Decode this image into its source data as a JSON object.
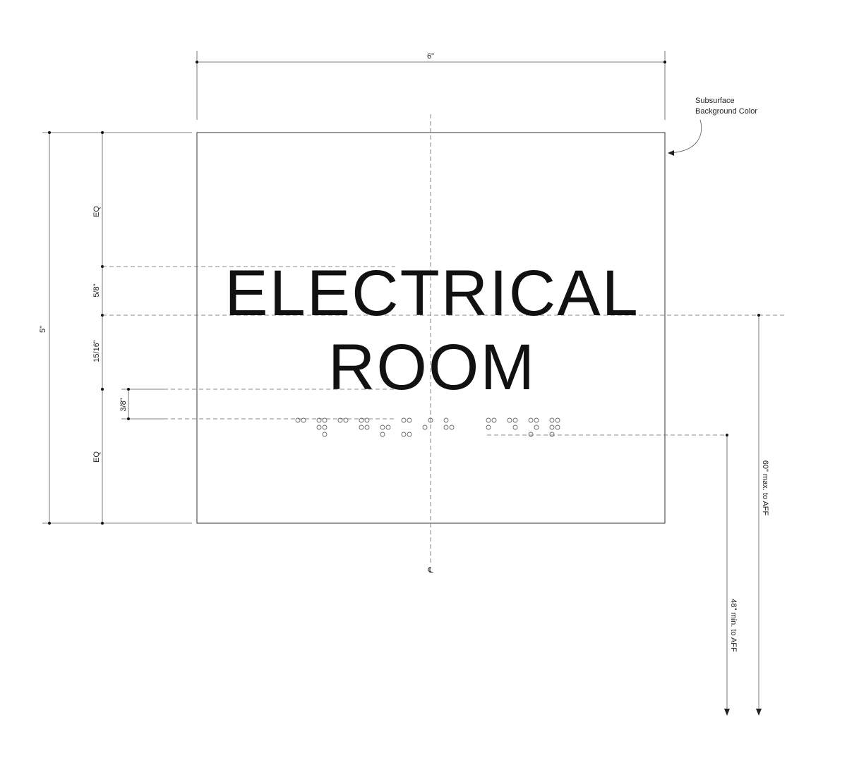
{
  "sign": {
    "line1": "ELECTRICAL",
    "line2": "ROOM"
  },
  "dimensions": {
    "width": "6\"",
    "height": "5\"",
    "top_spacing": "EQ",
    "cap_height": "5/8\"",
    "line_spacing": "15/16\"",
    "braille_gap": "3/8\"",
    "bottom_spacing": "EQ"
  },
  "notes": {
    "subsurface_line1": "Subsurface",
    "subsurface_line2": "Background Color",
    "max_height": "60\" max. to AFF",
    "min_height": "48\" min. to AFF",
    "centerline": "℄"
  },
  "braille_cells": [
    [
      1,
      0,
      0,
      1,
      0,
      0
    ],
    [
      1,
      1,
      0,
      1,
      1,
      1
    ],
    [
      1,
      0,
      0,
      1,
      0,
      0
    ],
    [
      1,
      1,
      0,
      1,
      1,
      0
    ],
    [
      0,
      1,
      1,
      0,
      1,
      0
    ],
    [
      1,
      0,
      1,
      1,
      0,
      1
    ],
    [
      0,
      1,
      0,
      1,
      0,
      0
    ],
    [
      1,
      1,
      0,
      0,
      1,
      0
    ],
    [
      0,
      0,
      0,
      0,
      0,
      0
    ],
    [
      1,
      1,
      0,
      1,
      0,
      0
    ],
    [
      1,
      0,
      0,
      1,
      1,
      0
    ],
    [
      1,
      0,
      1,
      1,
      1,
      0
    ],
    [
      1,
      1,
      1,
      1,
      1,
      0
    ]
  ],
  "colors": {
    "line": "#333333",
    "text": "#111111",
    "braille": "#666666"
  }
}
